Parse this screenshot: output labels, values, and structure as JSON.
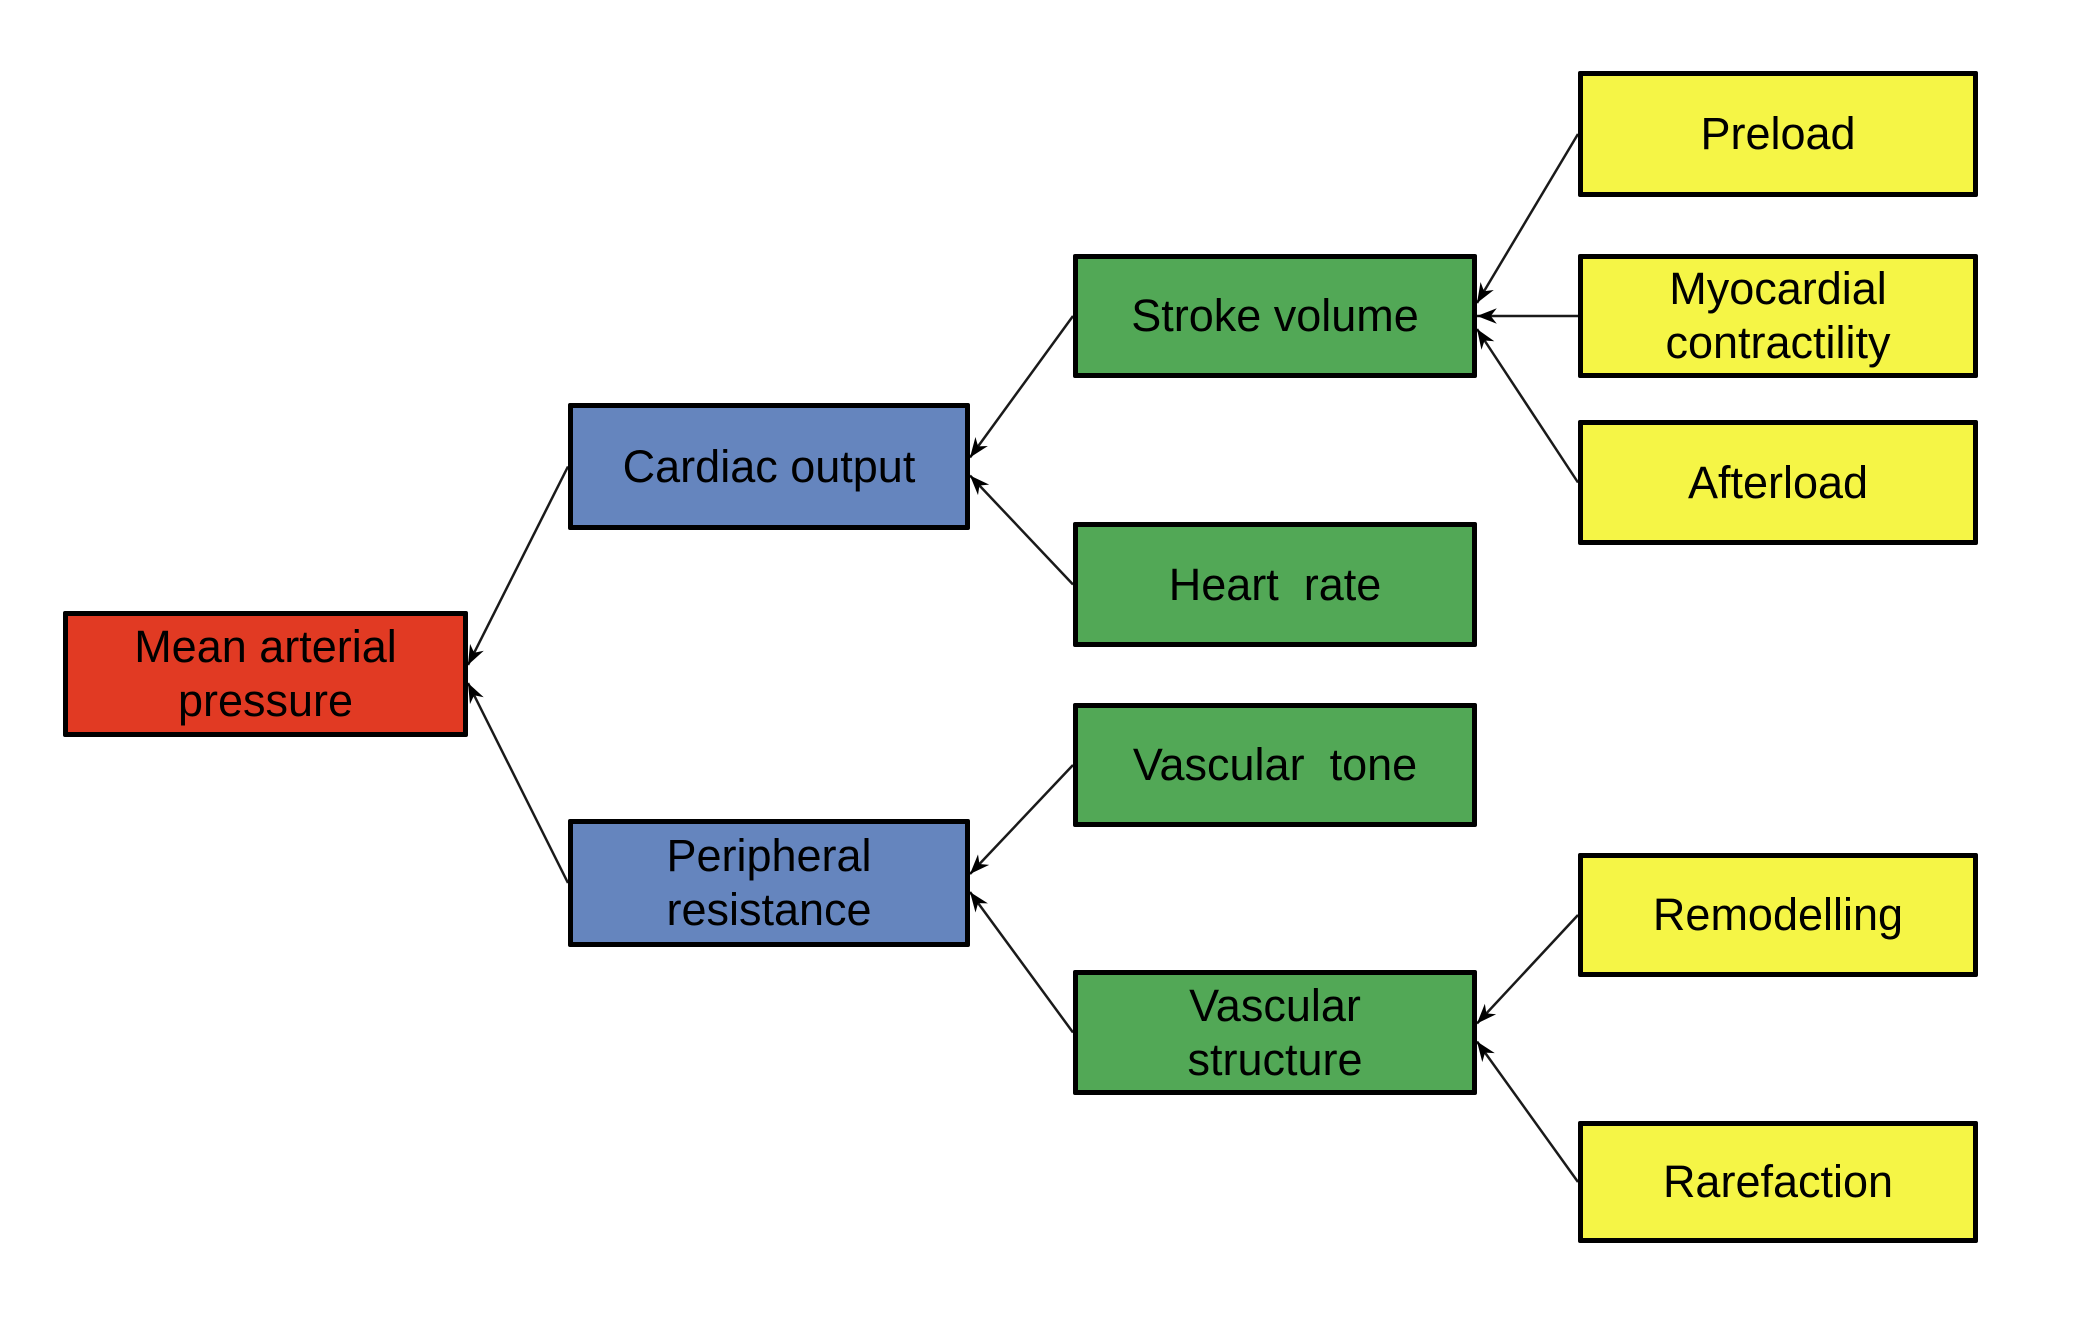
{
  "diagram": {
    "description": "Determinants of mean arterial pressure hierarchy"
  },
  "colors": {
    "background": "#ffffff",
    "border": "#000000",
    "edge": "#1a1a1a",
    "root": "#e13a23",
    "level1": "#6585be",
    "level2": "#52a856",
    "level3": "#f5f546"
  },
  "nodes": {
    "mean_arterial_pressure": {
      "label": "Mean arterial\npressure",
      "level": "root"
    },
    "cardiac_output": {
      "label": "Cardiac output",
      "level": "level1"
    },
    "peripheral_resistance": {
      "label": "Peripheral\nresistance",
      "level": "level1"
    },
    "stroke_volume": {
      "label": "Stroke volume",
      "level": "level2"
    },
    "heart_rate": {
      "label": "Heart  rate",
      "level": "level2"
    },
    "vascular_tone": {
      "label": "Vascular  tone",
      "level": "level2"
    },
    "vascular_structure": {
      "label": "Vascular\nstructure",
      "level": "level2"
    },
    "preload": {
      "label": "Preload",
      "level": "level3"
    },
    "myocardial_contractility": {
      "label": "Myocardial\ncontractility",
      "level": "level3"
    },
    "afterload": {
      "label": "Afterload",
      "level": "level3"
    },
    "remodelling": {
      "label": "Remodelling",
      "level": "level3"
    },
    "rarefaction": {
      "label": "Rarefaction",
      "level": "level3"
    }
  },
  "edges": [
    {
      "from": "cardiac_output",
      "to": "mean_arterial_pressure"
    },
    {
      "from": "peripheral_resistance",
      "to": "mean_arterial_pressure"
    },
    {
      "from": "stroke_volume",
      "to": "cardiac_output"
    },
    {
      "from": "heart_rate",
      "to": "cardiac_output"
    },
    {
      "from": "preload",
      "to": "stroke_volume"
    },
    {
      "from": "myocardial_contractility",
      "to": "stroke_volume"
    },
    {
      "from": "afterload",
      "to": "stroke_volume"
    },
    {
      "from": "vascular_tone",
      "to": "peripheral_resistance"
    },
    {
      "from": "vascular_structure",
      "to": "peripheral_resistance"
    },
    {
      "from": "remodelling",
      "to": "vascular_structure"
    },
    {
      "from": "rarefaction",
      "to": "vascular_structure"
    }
  ]
}
